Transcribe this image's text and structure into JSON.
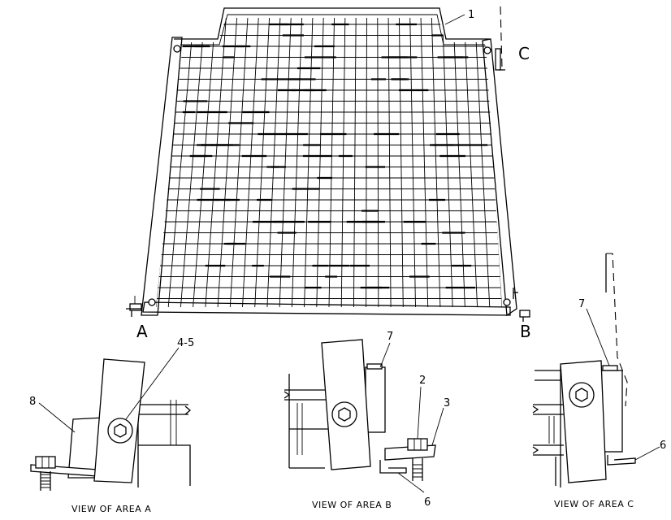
{
  "labels": {
    "area_a": "A",
    "area_b": "B",
    "area_c": "C",
    "part_1": "1",
    "part_2": "2",
    "part_3": "3",
    "part_4_5": "4-5",
    "part_6_b": "6",
    "part_6_c": "6",
    "part_7_b": "7",
    "part_7_c": "7",
    "part_8": "8"
  },
  "captions": {
    "view_a": "VIEW OF AREA A",
    "view_b": "VIEW OF AREA B",
    "view_c": "VIEW OF AREA C"
  }
}
